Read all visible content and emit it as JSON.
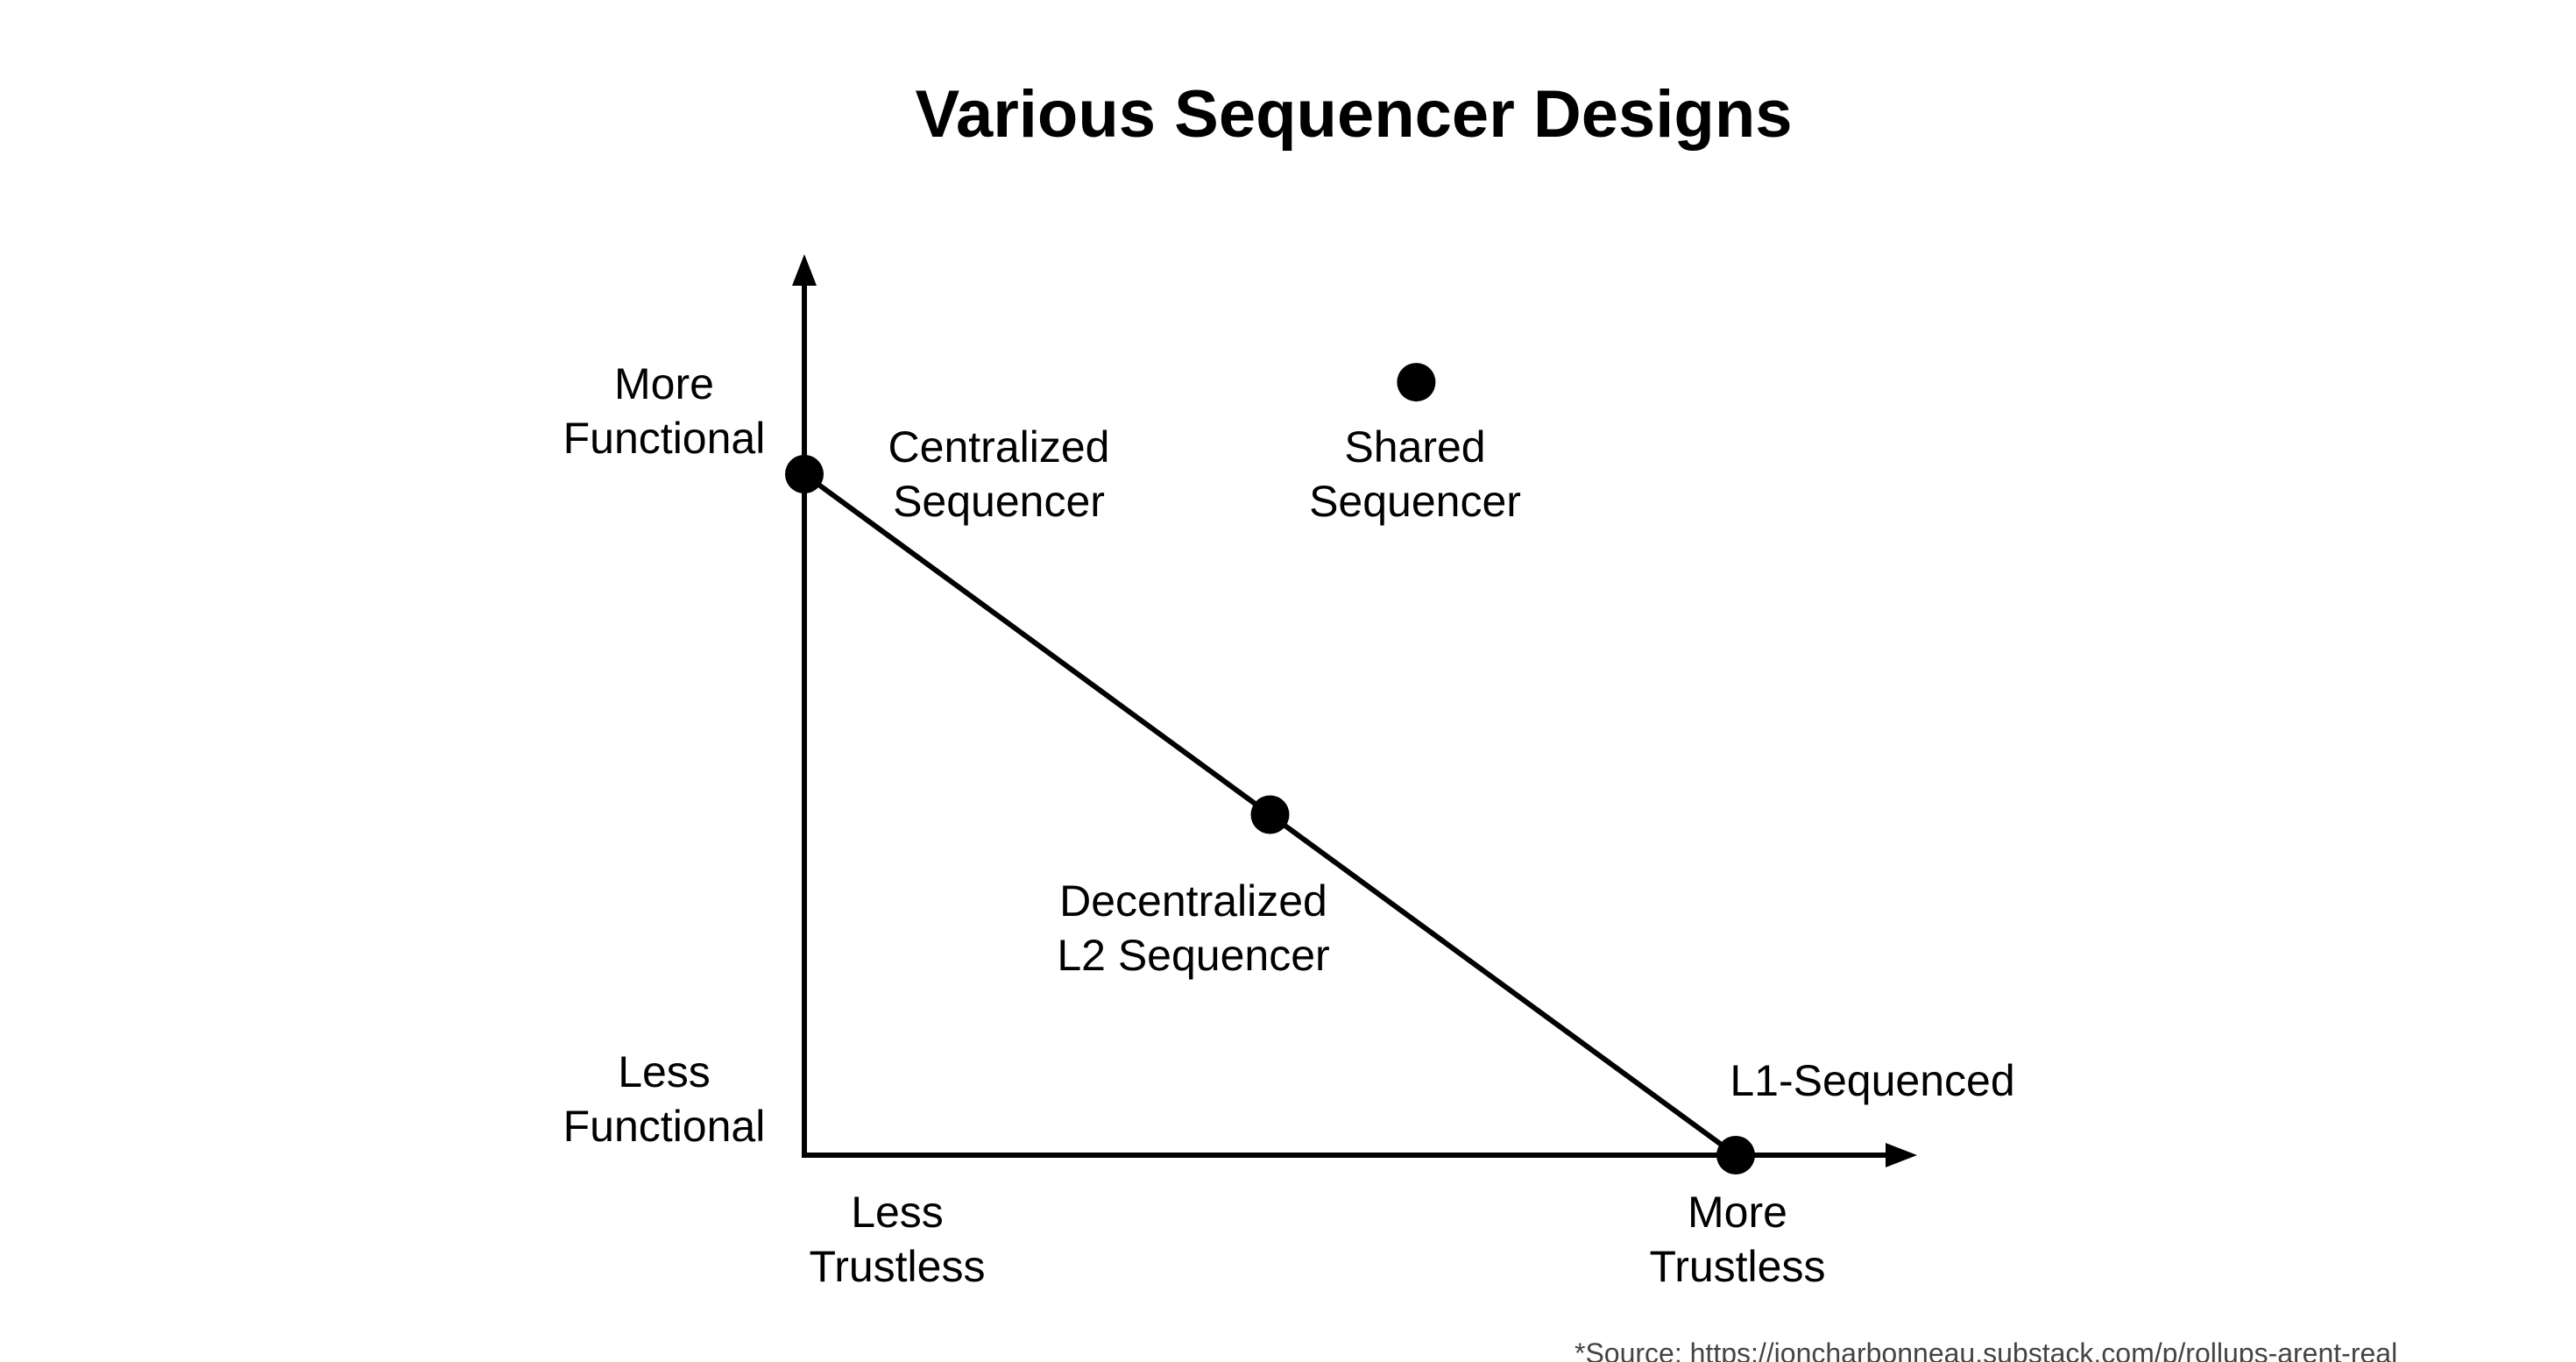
{
  "title": "Various Sequencer Designs",
  "y_axis": {
    "top_label": [
      "More",
      "Functional"
    ],
    "bottom_label": [
      "Less",
      "Functional"
    ]
  },
  "x_axis": {
    "left_label": [
      "Less",
      "Trustless"
    ],
    "right_label": [
      "More",
      "Trustless"
    ]
  },
  "points": [
    {
      "id": "centralized",
      "label": [
        "Centralized",
        "Sequencer"
      ],
      "trustless": 0.0,
      "functional": 1.0
    },
    {
      "id": "decentralized",
      "label": [
        "Decentralized",
        "L2 Sequencer"
      ],
      "trustless": 0.5,
      "functional": 0.5
    },
    {
      "id": "l1",
      "label": [
        "L1-Sequenced"
      ],
      "trustless": 1.0,
      "functional": 0.0
    },
    {
      "id": "shared",
      "label": [
        "Shared",
        "Sequencer"
      ],
      "trustless": 0.657,
      "functional": 1.135
    }
  ],
  "tradeoff_line": [
    "centralized",
    "l1"
  ],
  "colors": {
    "ink": "#000000",
    "source": "#444444",
    "background": "#ffffff"
  },
  "source": "*Source: https://joncharbonneau.substack.com/p/rollups-arent-real"
}
